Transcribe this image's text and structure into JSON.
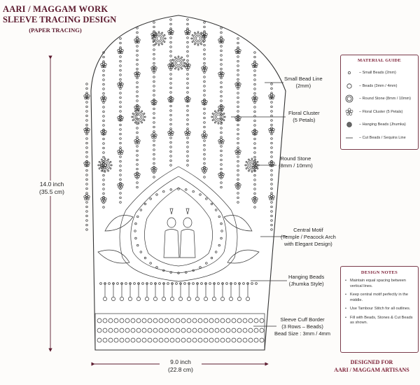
{
  "title": {
    "line1": "AARI / MAGGAM WORK",
    "line2": "SLEEVE TRACING DESIGN",
    "line3": "(PAPER TRACING)"
  },
  "callouts": {
    "small_bead_line": [
      "Small Bead Line",
      "(2mm)"
    ],
    "floral_cluster": [
      "Floral Cluster",
      "(5 Petals)"
    ],
    "round_stone": [
      "Round Stone",
      "(8mm / 10mm)"
    ],
    "central_motif": [
      "Central Motif",
      "(Temple / Peacock Arch",
      "with Elegant Design)"
    ],
    "hanging_beads": [
      "Hanging Beads",
      "(Jhumka Style)"
    ],
    "cuff_border": [
      "Sleeve Cuff Border",
      "(3 Rows – Beads)",
      "Bead Size : 3mm / 4mm"
    ]
  },
  "dimensions": {
    "height": [
      "14.0 inch",
      "(35.5 cm)"
    ],
    "width": [
      "9.0 inch",
      "(22.8 cm)"
    ]
  },
  "material_guide": {
    "heading": "MATERIAL GUIDE",
    "items": [
      {
        "icon": "small-bead-icon",
        "label": "– Small Beads (2mm)"
      },
      {
        "icon": "bead-icon",
        "label": "– Beads (3mm / 4mm)"
      },
      {
        "icon": "round-stone-icon",
        "label": "– Round Stone (8mm / 10mm)"
      },
      {
        "icon": "floral-cluster-icon",
        "label": "– Floral Cluster (5 Petals)"
      },
      {
        "icon": "hanging-bead-icon",
        "label": "– Hanging Beads (Jhumka)"
      },
      {
        "icon": "cut-bead-line-icon",
        "label": "– Cut Beads / Sequins Line"
      }
    ]
  },
  "design_notes": {
    "heading": "DESIGN NOTES",
    "items": [
      "Maintain equal spacing between vertical lines.",
      "Keep central motif perfectly in the middle.",
      "Use Tambour Stitch for all outlines.",
      "Fill with Beads, Stones & Cut Beads as shown."
    ]
  },
  "footer": {
    "line1": "DESIGNED FOR",
    "line2": "AARI / MAGGAM ARTISANS"
  },
  "colors": {
    "accent": "#7a1c33",
    "line": "#3a3a3a",
    "dimension": "#5c1a2e"
  }
}
